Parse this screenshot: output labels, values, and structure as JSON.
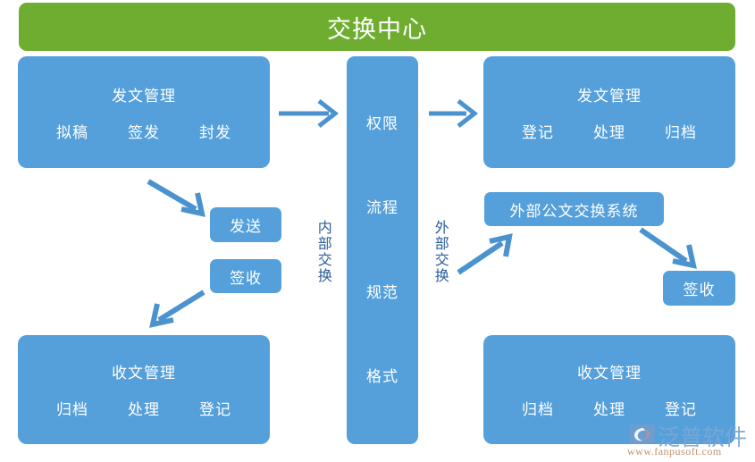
{
  "header": {
    "title": "交换中心",
    "color": "#6fad30"
  },
  "theme": {
    "box_blue": "#55a0db",
    "label_blue": "#2a5c9a",
    "arrow_blue": "#4a93cf",
    "text_white": "#ffffff"
  },
  "boxes": {
    "outgoing_left": {
      "title": "发文管理",
      "steps": [
        "拟稿",
        "签发",
        "封发"
      ]
    },
    "outgoing_right": {
      "title": "发文管理",
      "steps": [
        "登记",
        "处理",
        "归档"
      ]
    },
    "incoming_left": {
      "title": "收文管理",
      "steps": [
        "归档",
        "处理",
        "登记"
      ]
    },
    "incoming_right": {
      "title": "收文管理",
      "steps": [
        "归档",
        "处理",
        "登记"
      ]
    }
  },
  "center_column": {
    "items": [
      "权限",
      "流程",
      "规范",
      "格式"
    ]
  },
  "pills": {
    "send": "发送",
    "receipt_inner": "签收",
    "external_system": "外部公文交换系统",
    "receipt_outer": "签收"
  },
  "vertical_labels": {
    "internal": "内部交换",
    "external": "外部交换"
  },
  "watermark": {
    "brand": "泛普软件",
    "url": "www.fanpusoft.com"
  }
}
